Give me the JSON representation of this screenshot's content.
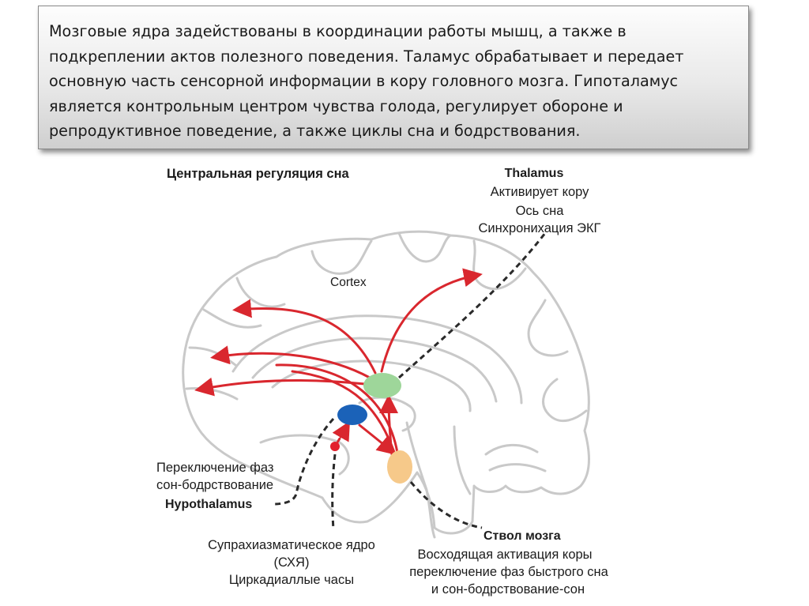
{
  "slide": {
    "body_text": "Мозговые ядра задействованы в координации работы мышц, а также в подкреплении актов полезного поведения. Таламус обрабатывает и передает основную часть сенсорной информации в кору головного мозга. Гипоталамус является контрольным центром чувства голода, регулирует обороне и репродуктивное поведение, а также циклы сна и бодрствования."
  },
  "diagram": {
    "title": "Центральная регуляция сна",
    "cortex_label": "Cortex",
    "thalamus": {
      "name": "Thalamus",
      "line1": "Активирует кору",
      "line2": "Ось сна",
      "line3": "Синхронихация ЭКГ"
    },
    "hypothalamus": {
      "line1": "Переключение фаз",
      "line2": "сон-бодрствование",
      "name": "Hypothalamus"
    },
    "scn": {
      "line1": "Супрахиазматическое ядро",
      "line2": "(СХЯ)",
      "line3": "Циркадиаллые часы"
    },
    "brainstem": {
      "name": "Ствол мозга",
      "line1": "Восходящая активация коры",
      "line2": "переключение фаз быстрого сна",
      "line3": "и сон-бодрствование-сон"
    },
    "colors": {
      "thalamus_node": "#9ed69a",
      "hypothalamus_node": "#1b62b8",
      "brainstem_node": "#f6c98a",
      "scn_node": "#e2202c",
      "arrow": "#d9272e",
      "outline": "#c9c9c9"
    }
  }
}
